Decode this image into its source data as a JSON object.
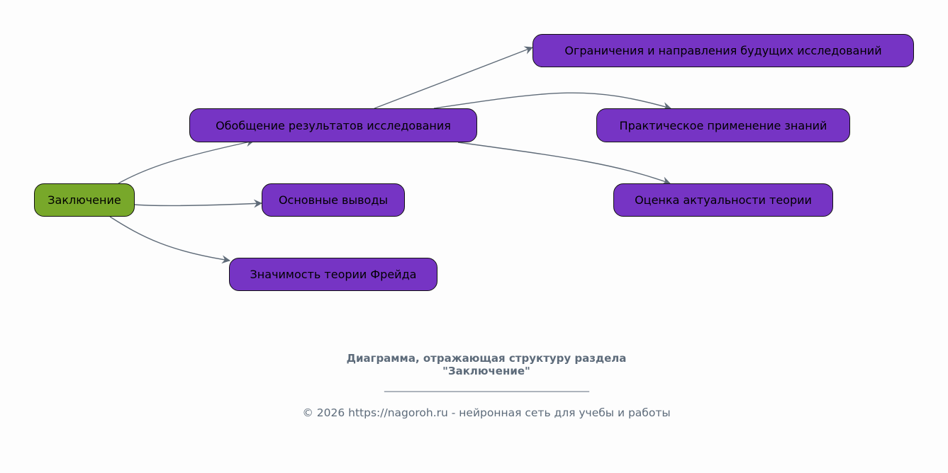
{
  "nodes": {
    "root": "Заключение",
    "summary": "Обобщение результатов исследования",
    "conclusions": "Основные выводы",
    "significance": "Значимость теории Фрейда",
    "limitations": "Ограничения и направления будущих исследований",
    "application": "Практическое применение знаний",
    "relevance": "Оценка актуальности теории"
  },
  "caption": {
    "title_line1": "Диаграмма, отражающая структуру раздела",
    "title_line2": "\"Заключение\"",
    "rule": "________________________________________________",
    "footer": "© 2026 https://nagoroh.ru - нейронная сеть для учебы и работы"
  },
  "colors": {
    "root": "#78a82a",
    "child": "#7634c4",
    "edge": "#5f6b78",
    "caption": "#5d6b7a"
  }
}
